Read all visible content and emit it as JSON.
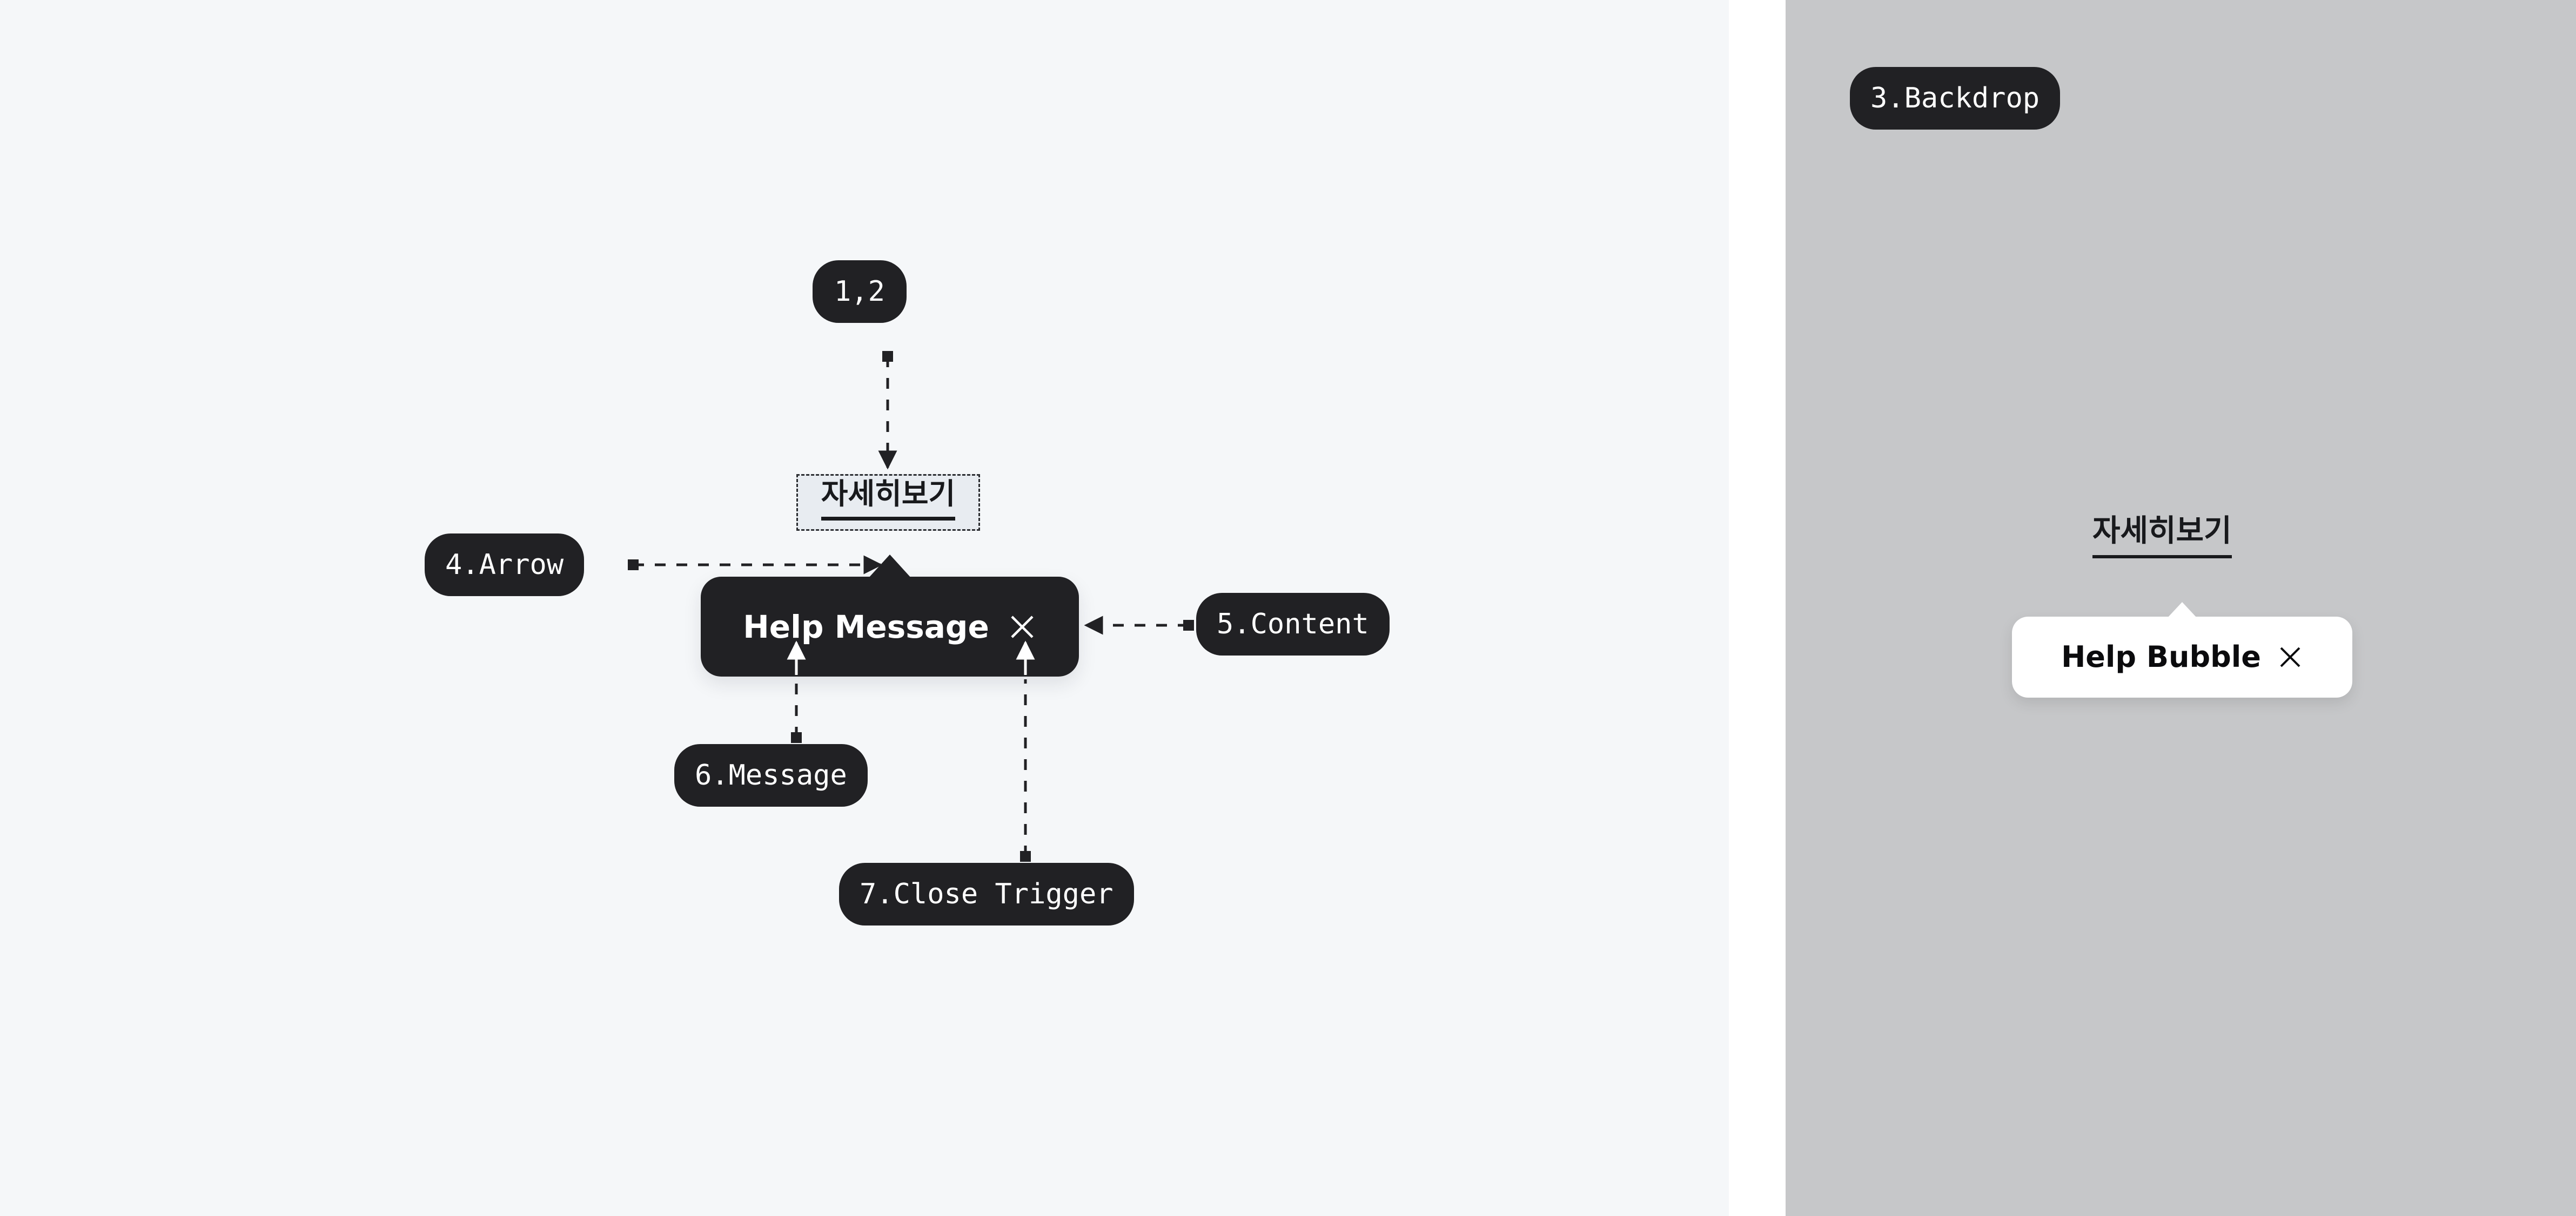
{
  "meta": {
    "title": "Help Bubble component anatomy"
  },
  "colors": {
    "panel_left_bg": "#f5f7f9",
    "panel_gap_bg": "#ffffff",
    "panel_right_bg": "#c6c7c9",
    "pill_bg": "#212124",
    "pill_text": "#ffffff",
    "bubble_dark_bg": "#212124",
    "bubble_dark_text": "#ffffff",
    "bubble_light_bg": "#ffffff",
    "bubble_light_text": "#0b0b0d",
    "anchor_highlight_bg": "#e8ecf1",
    "connector": "#212124"
  },
  "left_panel": {
    "anchor": {
      "label": "자세히보기",
      "state": "selected"
    },
    "bubble": {
      "message": "Help Message",
      "close_icon": "close-x-icon"
    },
    "annotations": [
      {
        "id": "step-1-2",
        "label": "1,2",
        "target": "anchor"
      },
      {
        "id": "step-4-arrow",
        "label": "4.Arrow",
        "target": "bubble-tail"
      },
      {
        "id": "step-5-content",
        "label": "5.Content",
        "target": "bubble-body"
      },
      {
        "id": "step-6-message",
        "label": "6.Message",
        "target": "bubble-message-text"
      },
      {
        "id": "step-7-close",
        "label": "7.Close Trigger",
        "target": "bubble-close-icon"
      }
    ]
  },
  "right_panel": {
    "annotations": [
      {
        "id": "step-3-backdrop",
        "label": "3.Backdrop",
        "target": "backdrop-overlay"
      }
    ],
    "anchor": {
      "label": "자세히보기"
    },
    "bubble": {
      "message": "Help Bubble",
      "close_icon": "close-x-icon"
    }
  }
}
